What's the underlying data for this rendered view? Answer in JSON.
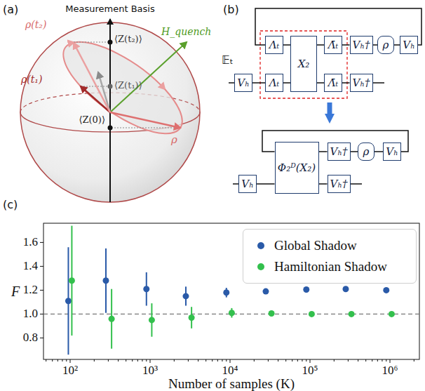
{
  "diagram": {
    "nodes": [
      {
        "text": [
          "Λₜ"
        ]
      },
      {
        "text": [
          "Λₜ"
        ]
      },
      {
        "text": [
          "X₂"
        ]
      },
      {
        "text": [
          "Λ̄ₜ"
        ]
      },
      {
        "text": [
          "Λ̄ₜ"
        ]
      },
      {
        "text": [
          "Vₕ†"
        ]
      },
      {
        "text": [
          "ρ"
        ]
      },
      {
        "text": [
          "Vₕ"
        ]
      },
      {
        "text": [
          "Vₕ"
        ]
      },
      {
        "text": [
          "Vₕ†"
        ]
      },
      {
        "text": [
          "Φ₂ᴰ(X₂)"
        ]
      },
      {
        "text": [
          "Vₕ†"
        ]
      },
      {
        "text": [
          "ρ"
        ]
      },
      {
        "text": [
          "Vₕ"
        ]
      },
      {
        "text": [
          "Vₕ"
        ]
      },
      {
        "text": [
          "Vₕ†"
        ]
      }
    ],
    "edges": [
      {
        "from": 0,
        "to": 2,
        "arrow": "none"
      },
      {
        "from": 2,
        "to": 3,
        "arrow": "none"
      },
      {
        "from": 3,
        "to": 5,
        "arrow": "none"
      },
      {
        "from": 5,
        "to": 6,
        "arrow": "none"
      },
      {
        "from": 6,
        "to": 7,
        "arrow": "none"
      },
      {
        "from": 7,
        "to": 0,
        "arrow": "none"
      },
      {
        "from": 8,
        "to": 1,
        "arrow": "none"
      },
      {
        "from": 1,
        "to": 2,
        "arrow": "none"
      },
      {
        "from": 2,
        "to": 4,
        "arrow": "none"
      },
      {
        "from": 4,
        "to": 9,
        "arrow": "none"
      },
      {
        "from": 14,
        "to": 10,
        "arrow": "none"
      },
      {
        "from": 10,
        "to": 11,
        "arrow": "none"
      },
      {
        "from": 11,
        "to": 12,
        "arrow": "none"
      },
      {
        "from": 12,
        "to": 13,
        "arrow": "none"
      },
      {
        "from": 13,
        "to": 10,
        "arrow": "none"
      },
      {
        "from": 10,
        "to": 15,
        "arrow": "none"
      }
    ],
    "labels": [
      "(a)",
      "Measurement Basis",
      "H_quench",
      "ρ(t₂)",
      "⟨Z(t₂)⟩",
      "ρ(t₁)",
      "⟨Z(t₁)⟩",
      "⟨Z(0)⟩",
      "ρ",
      "(b)",
      "𝔼ₜ",
      "(c)",
      "F",
      "1.6",
      "1.4",
      "1.2",
      "1.0",
      "0.8",
      "10²",
      "10³",
      "10⁴",
      "10⁵",
      "10⁶",
      "Number of samples (K)"
    ],
    "legend": [
      {
        "text": "Global Shadow",
        "color": "#2a5aa8"
      },
      {
        "text": "Hamiltonian Shadow",
        "color": "#33c04d"
      }
    ]
  }
}
